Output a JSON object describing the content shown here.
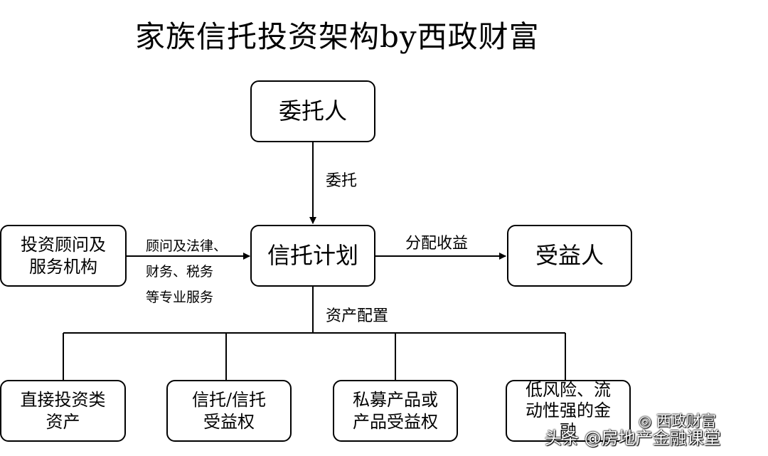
{
  "title": "家族信托投资架构by西政财富",
  "nodes": {
    "settlor": "委托人",
    "trust_plan": "信托计划",
    "beneficiary": "受益人",
    "advisors": [
      "投资顾问及",
      "服务机构"
    ],
    "direct_assets": [
      "直接投资类",
      "资产"
    ],
    "trust_rights": [
      "信托/信托",
      "受益权"
    ],
    "private_products": [
      "私募产品或",
      "产品受益权"
    ],
    "low_risk": [
      "低风险、流",
      "动性强的金",
      "融"
    ]
  },
  "edge_labels": {
    "entrust": "委托",
    "distribute": "分配收益",
    "allocation": "资产配置",
    "services": [
      "顾问及法律、",
      "财务、税务",
      "等专业服务"
    ]
  },
  "watermarks": {
    "wechat": "西政财富",
    "toutiao": "头条 @房地产金融课堂"
  }
}
